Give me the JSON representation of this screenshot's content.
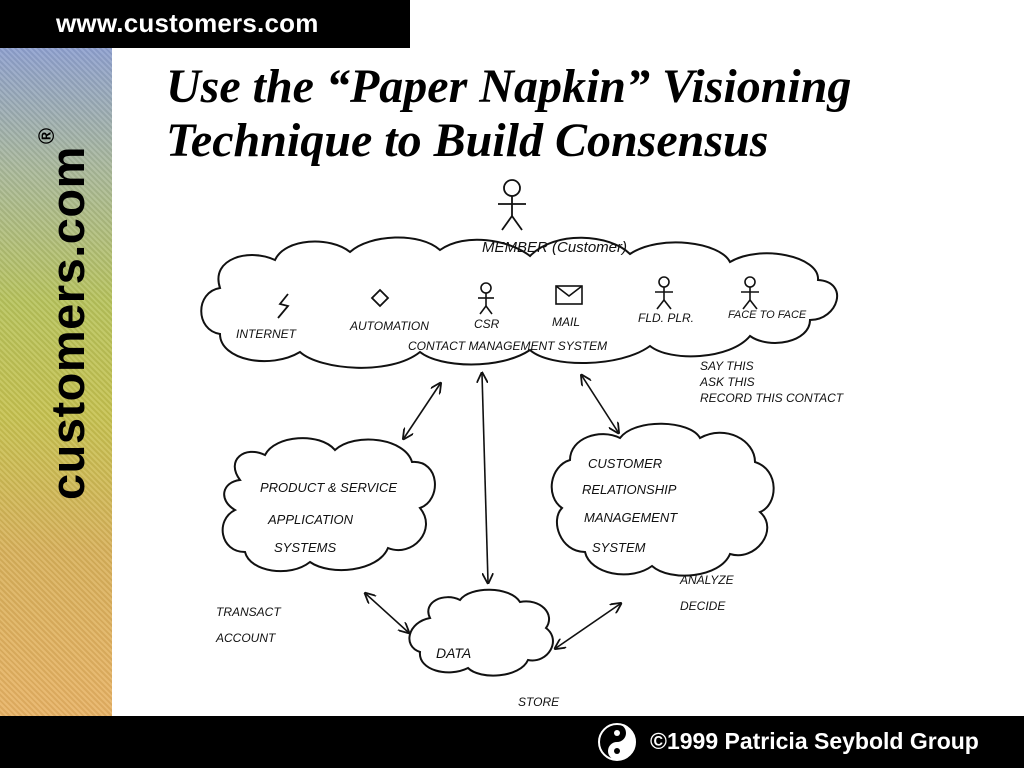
{
  "header": {
    "url": "www.customers.com"
  },
  "sidebar": {
    "brand": "customers.com",
    "brand_mark": "®"
  },
  "slide": {
    "title_line1": "Use the “Paper Napkin” Visioning",
    "title_line2": "Technique to Build Consensus"
  },
  "diagram": {
    "member_label": "MEMBER (Customer)",
    "contact_items": {
      "internet": "INTERNET",
      "automation": "AUTOMATION",
      "csr": "CSR",
      "mail": "MAIL",
      "fld_plr": "FLD. PLR.",
      "face_to_face": "FACE TO FACE"
    },
    "contact_system_label": "CONTACT MANAGEMENT SYSTEM",
    "contact_notes": [
      "SAY THIS",
      "ASK THIS",
      "RECORD THIS CONTACT"
    ],
    "product_cloud": [
      "PRODUCT & SERVICE",
      "APPLICATION",
      "SYSTEMS"
    ],
    "crm_cloud": [
      "CUSTOMER",
      "RELATIONSHIP",
      "MANAGEMENT",
      "SYSTEM"
    ],
    "data_cloud": "DATA",
    "transact_note": [
      "TRANSACT",
      "ACCOUNT"
    ],
    "analyze_note": [
      "ANALYZE",
      "DECIDE"
    ],
    "store_note": "STORE"
  },
  "footer": {
    "copyright": "©1999 Patricia Seybold Group"
  },
  "icons": [
    "stick-figure-icon",
    "lightning-icon",
    "diamond-icon",
    "mail-icon",
    "yin-yang-logo-icon"
  ]
}
